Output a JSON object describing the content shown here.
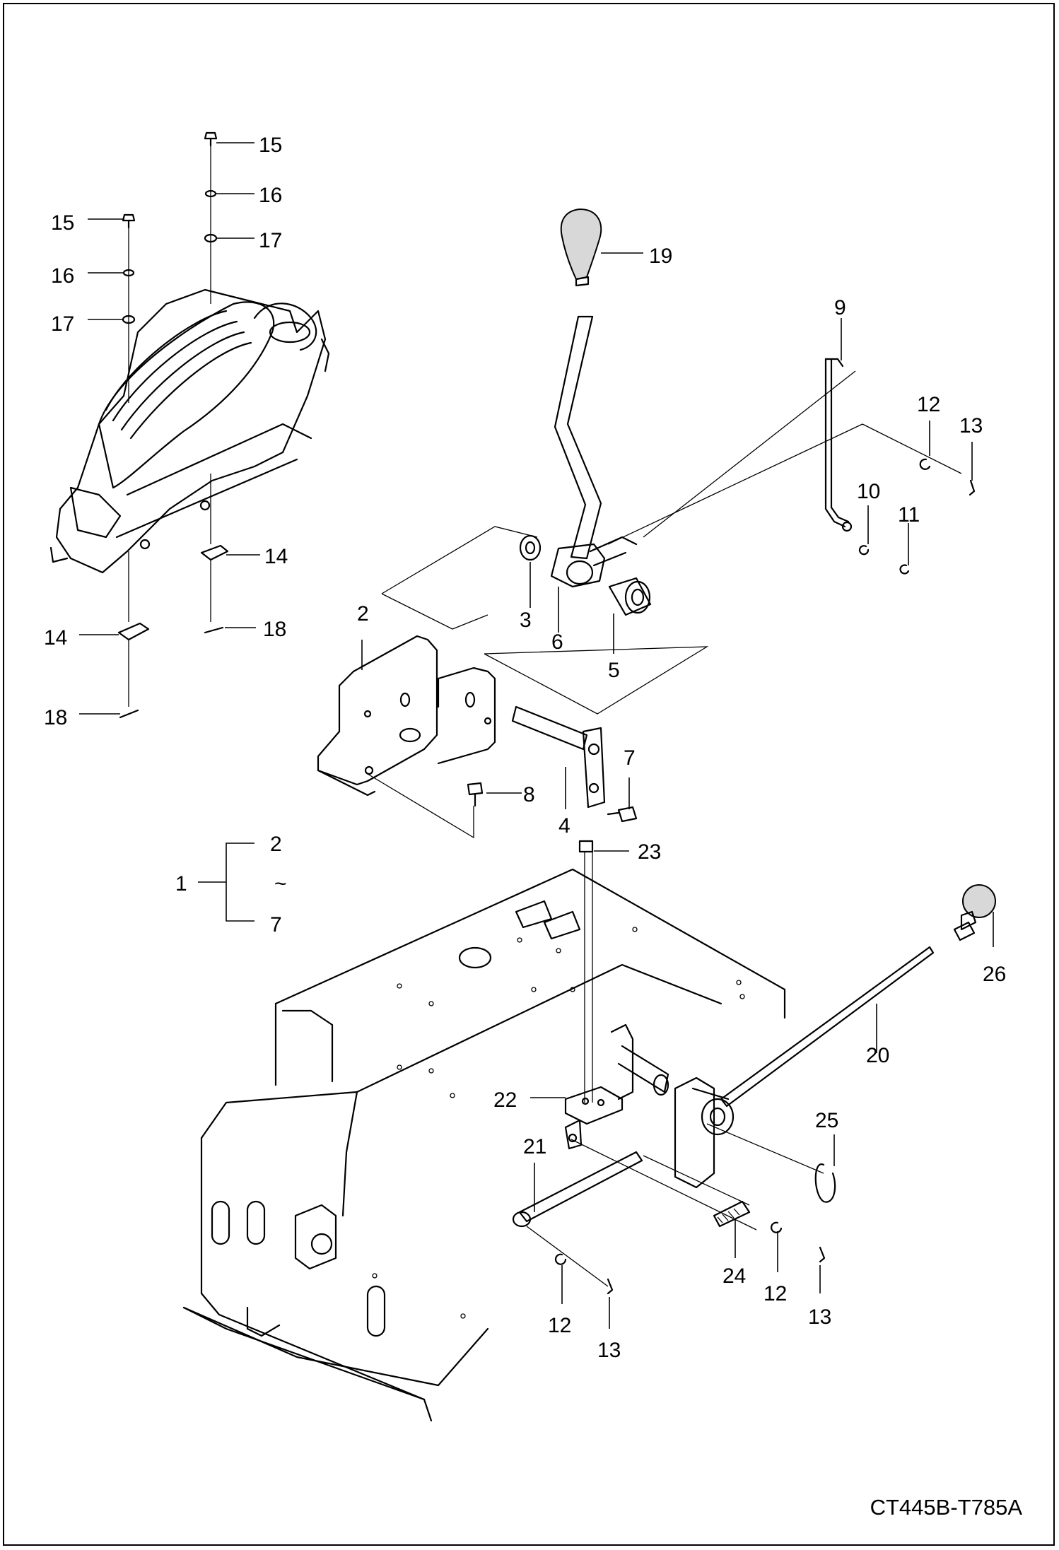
{
  "drawing_code": "CT445B-T785A",
  "callouts": {
    "c15a": "15",
    "c16a": "16",
    "c17a": "17",
    "c15b": "15",
    "c16b": "16",
    "c17b": "17",
    "c14a": "14",
    "c18a": "18",
    "c14b": "14",
    "c18b": "18",
    "c19": "19",
    "c9": "9",
    "c12a": "12",
    "c13a": "13",
    "c10": "10",
    "c11": "11",
    "c3": "3",
    "c6": "6",
    "c5": "5",
    "c2": "2",
    "c7": "7",
    "c8": "8",
    "c4": "4",
    "c23": "23",
    "g1": "1",
    "g_from": "2",
    "g_tilde": "~",
    "g_to": "7",
    "c26": "26",
    "c20": "20",
    "c22": "22",
    "c25": "25",
    "c21": "21",
    "c24": "24",
    "c12b": "12",
    "c13b": "13",
    "c12c": "12",
    "c13c": "13"
  }
}
